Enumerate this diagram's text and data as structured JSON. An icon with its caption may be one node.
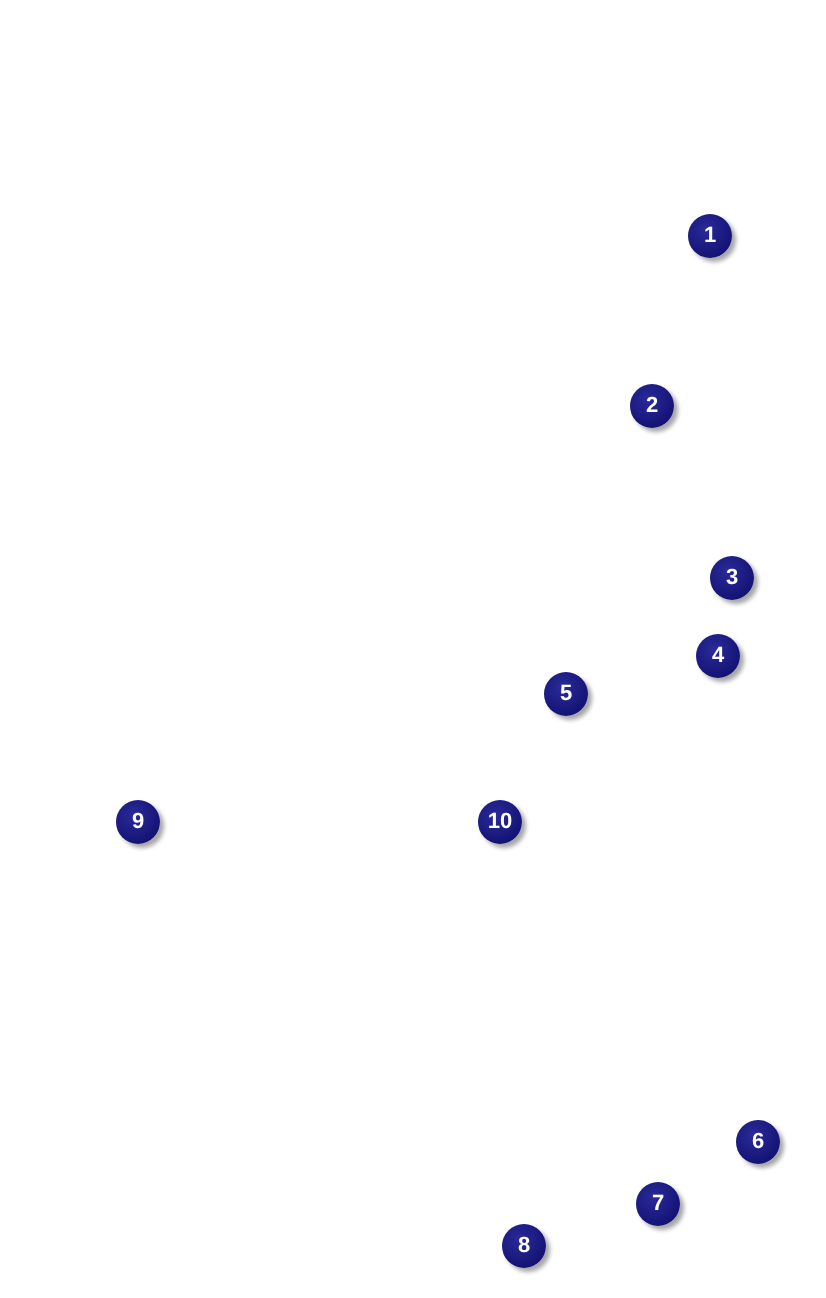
{
  "diagram": {
    "labels": [
      "1",
      "2",
      "3",
      "4",
      "5",
      "9",
      "10",
      "6",
      "7",
      "8"
    ]
  }
}
